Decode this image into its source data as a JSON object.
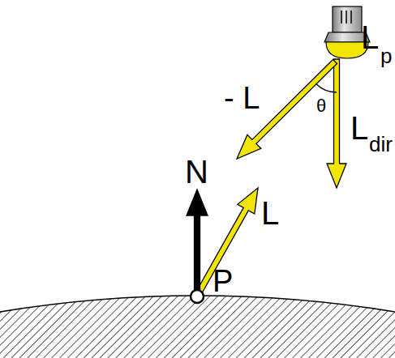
{
  "diagram": {
    "labels": [
      "L",
      "p",
      "- L",
      "θ",
      "L",
      "dir",
      "N",
      "L",
      "P"
    ]
  }
}
